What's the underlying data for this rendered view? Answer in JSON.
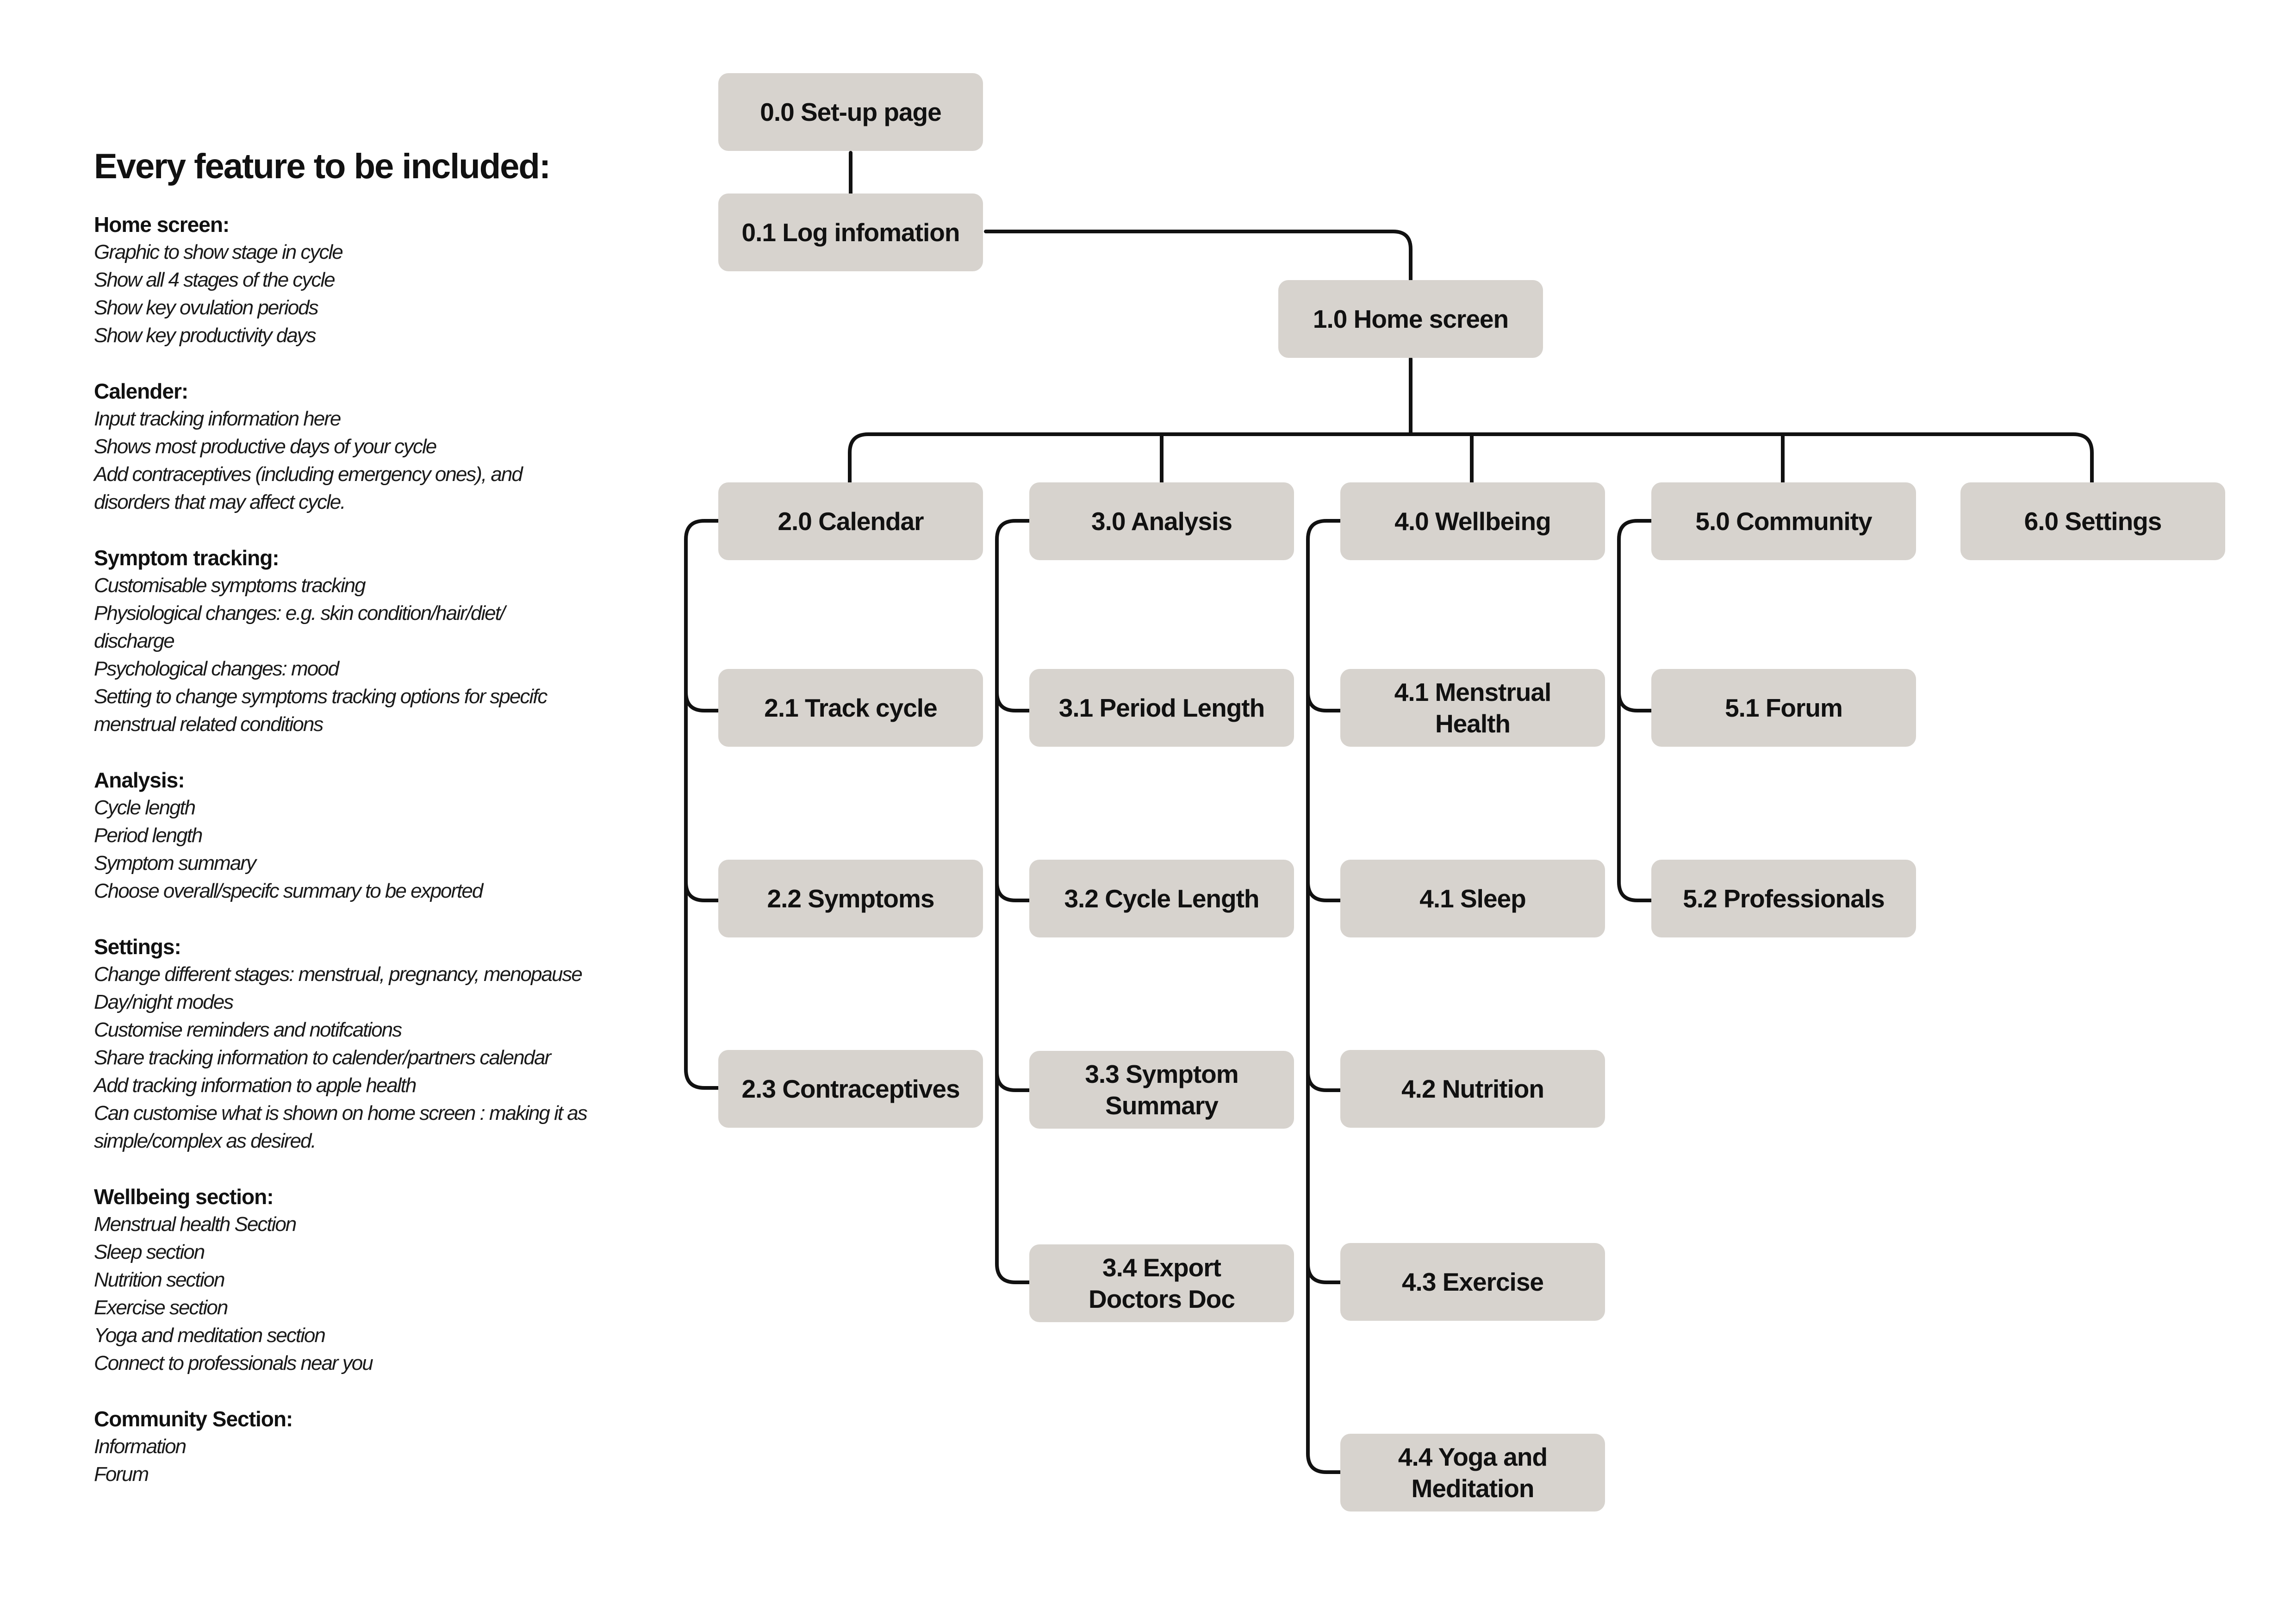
{
  "features": {
    "title": "Every feature to be included:",
    "sections": [
      {
        "heading": "Home screen:",
        "items": [
          "Graphic to show stage in cycle",
          "Show all 4 stages of the cycle",
          "Show key ovulation periods",
          "Show key productivity days"
        ]
      },
      {
        "heading": "Calender:",
        "items": [
          "Input tracking information here",
          "Shows most productive days of your cycle",
          "Add contraceptives (including emergency ones), and",
          "disorders that may affect cycle."
        ]
      },
      {
        "heading": "Symptom tracking:",
        "items": [
          "Customisable symptoms tracking",
          "Physiological changes: e.g. skin condition/hair/diet/",
          "discharge",
          "Psychological changes: mood",
          "Setting to change symptoms tracking options for specifc",
          "menstrual related conditions"
        ]
      },
      {
        "heading": "Analysis:",
        "items": [
          "Cycle length",
          "Period length",
          "Symptom summary",
          "Choose overall/specifc summary to be exported"
        ]
      },
      {
        "heading": "Settings:",
        "items": [
          "Change different stages: menstrual, pregnancy, menopause",
          "Day/night modes",
          "Customise reminders and notifcations",
          "Share tracking information to calender/partners calendar",
          "Add tracking information to apple health",
          "Can customise what is shown on home screen : making it as",
          "simple/complex as desired."
        ]
      },
      {
        "heading": "Wellbeing section:",
        "items": [
          "Menstrual health Section",
          "Sleep section",
          "Nutrition section",
          "Exercise section",
          "Yoga and meditation section",
          "Connect to professionals near you"
        ]
      },
      {
        "heading": "Community Section:",
        "items": [
          "Information",
          "Forum"
        ]
      }
    ]
  },
  "nodes": {
    "setup": "0.0 Set-up page",
    "log": "0.1 Log infomation",
    "home": "1.0 Home screen",
    "calendar": "2.0 Calendar",
    "analysis": "3.0 Analysis",
    "wellbeing": "4.0 Wellbeing",
    "community": "5.0 Community",
    "settings": "6.0 Settings",
    "track_cycle": "2.1 Track cycle",
    "symptoms": "2.2 Symptoms",
    "contraceptives": "2.3 Contraceptives",
    "period_length": "3.1 Period Length",
    "cycle_length": "3.2 Cycle Length",
    "symptom_summary": "3.3 Symptom\nSummary",
    "export_doc": "3.4 Export\nDoctors Doc",
    "menstrual_health": "4.1 Menstrual\nHealth",
    "sleep": "4.1 Sleep",
    "nutrition": "4.2 Nutrition",
    "exercise": "4.3 Exercise",
    "yoga": "4.4 Yoga and\nMeditation",
    "forum": "5.1 Forum",
    "professionals": "5.2 Professionals"
  },
  "colors": {
    "node_fill": "#d7d3ce",
    "line": "#111111",
    "text": "#111111"
  }
}
